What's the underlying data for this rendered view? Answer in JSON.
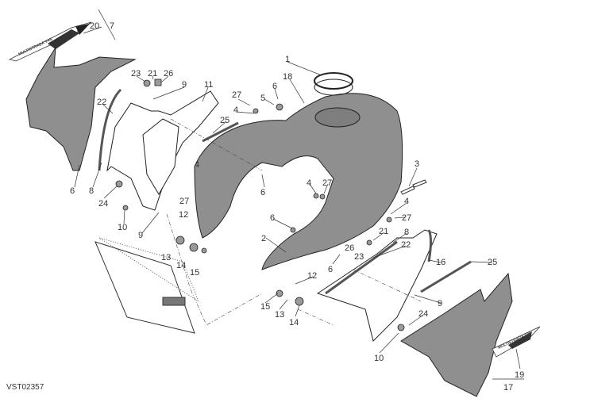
{
  "diagram": {
    "drawing_code": "VST02357",
    "part_labels": [
      "20",
      "7",
      "23",
      "21",
      "26",
      "9",
      "11",
      "22",
      "27",
      "4",
      "25",
      "6",
      "8",
      "24",
      "10",
      "9",
      "4",
      "27",
      "12",
      "13",
      "14",
      "15",
      "1",
      "18",
      "6",
      "5",
      "6",
      "4",
      "27",
      "3",
      "4",
      "27",
      "6",
      "2",
      "21",
      "8",
      "22",
      "26",
      "23",
      "6",
      "12",
      "15",
      "13",
      "14",
      "16",
      "25",
      "9",
      "24",
      "10",
      "19",
      "17"
    ],
    "decal_text": "MULTISTRADA V4S",
    "colors": {
      "part_fill": "#8f8f8f",
      "line": "#222222"
    }
  }
}
